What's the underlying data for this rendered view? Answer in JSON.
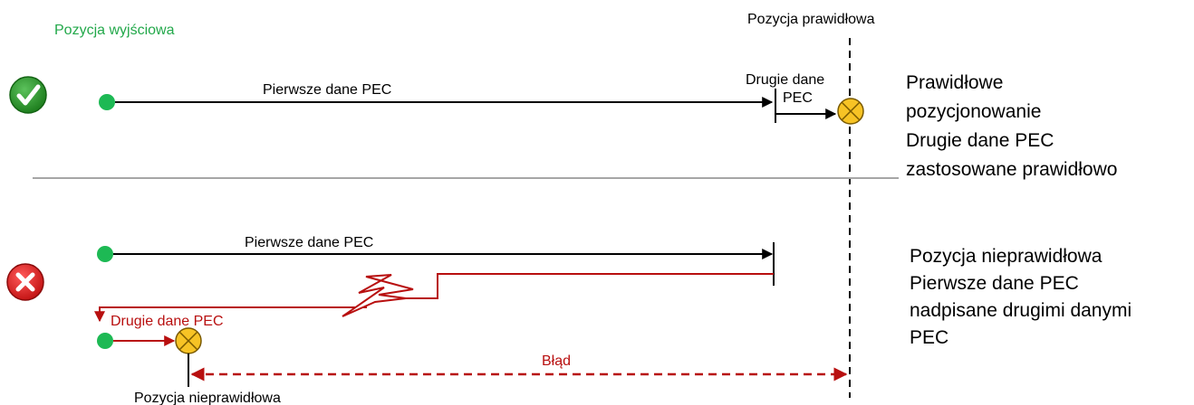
{
  "labels": {
    "start_position": "Pozycja wyjściowa",
    "correct_position": "Pozycja prawidłowa",
    "first_pec_top": "Pierwsze dane PEC",
    "second_pec_top": [
      "Drugie dane",
      "PEC"
    ],
    "correct_desc": [
      "Prawidłowe",
      "pozycjonowanie",
      "Drugie dane PEC",
      "zastosowane prawidłowo"
    ],
    "first_pec_bottom": "Pierwsze dane PEC",
    "second_pec_bottom": "Drugie dane PEC",
    "error": "Błąd",
    "incorrect_position": "Pozycja nieprawidłowa",
    "incorrect_desc": [
      "Pozycja nieprawidłowa",
      "Pierwsze dane PEC",
      "nadpisane drugimi danymi",
      "PEC"
    ]
  },
  "icons": {
    "ok": "check-icon",
    "fail": "x-icon",
    "marker": "cross-circle-icon",
    "start": "dot-icon"
  },
  "colors": {
    "green_text": "#22a84a",
    "dot_green": "#1db954",
    "red": "#b80f0f",
    "marker_fill": "#f7c325",
    "line": "#000000",
    "divider": "#a6a6a6"
  }
}
